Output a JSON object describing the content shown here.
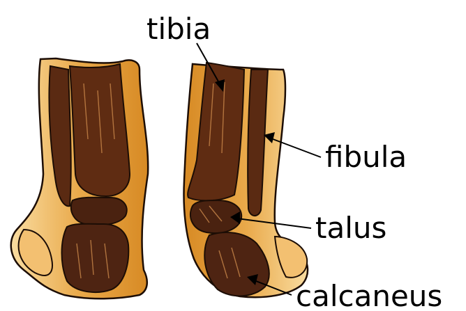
{
  "labels": {
    "tibia": "tibia",
    "fibula": "fibula",
    "talus": "talus",
    "calcaneus": "calcaneus"
  },
  "colors": {
    "skin": "#e7a13a",
    "skin_light": "#f6cf8a",
    "bone": "#5a2a12",
    "bone_mid": "#7a3d1a",
    "bone_dark": "#3a1a0a",
    "outline": "#1c0d05"
  }
}
